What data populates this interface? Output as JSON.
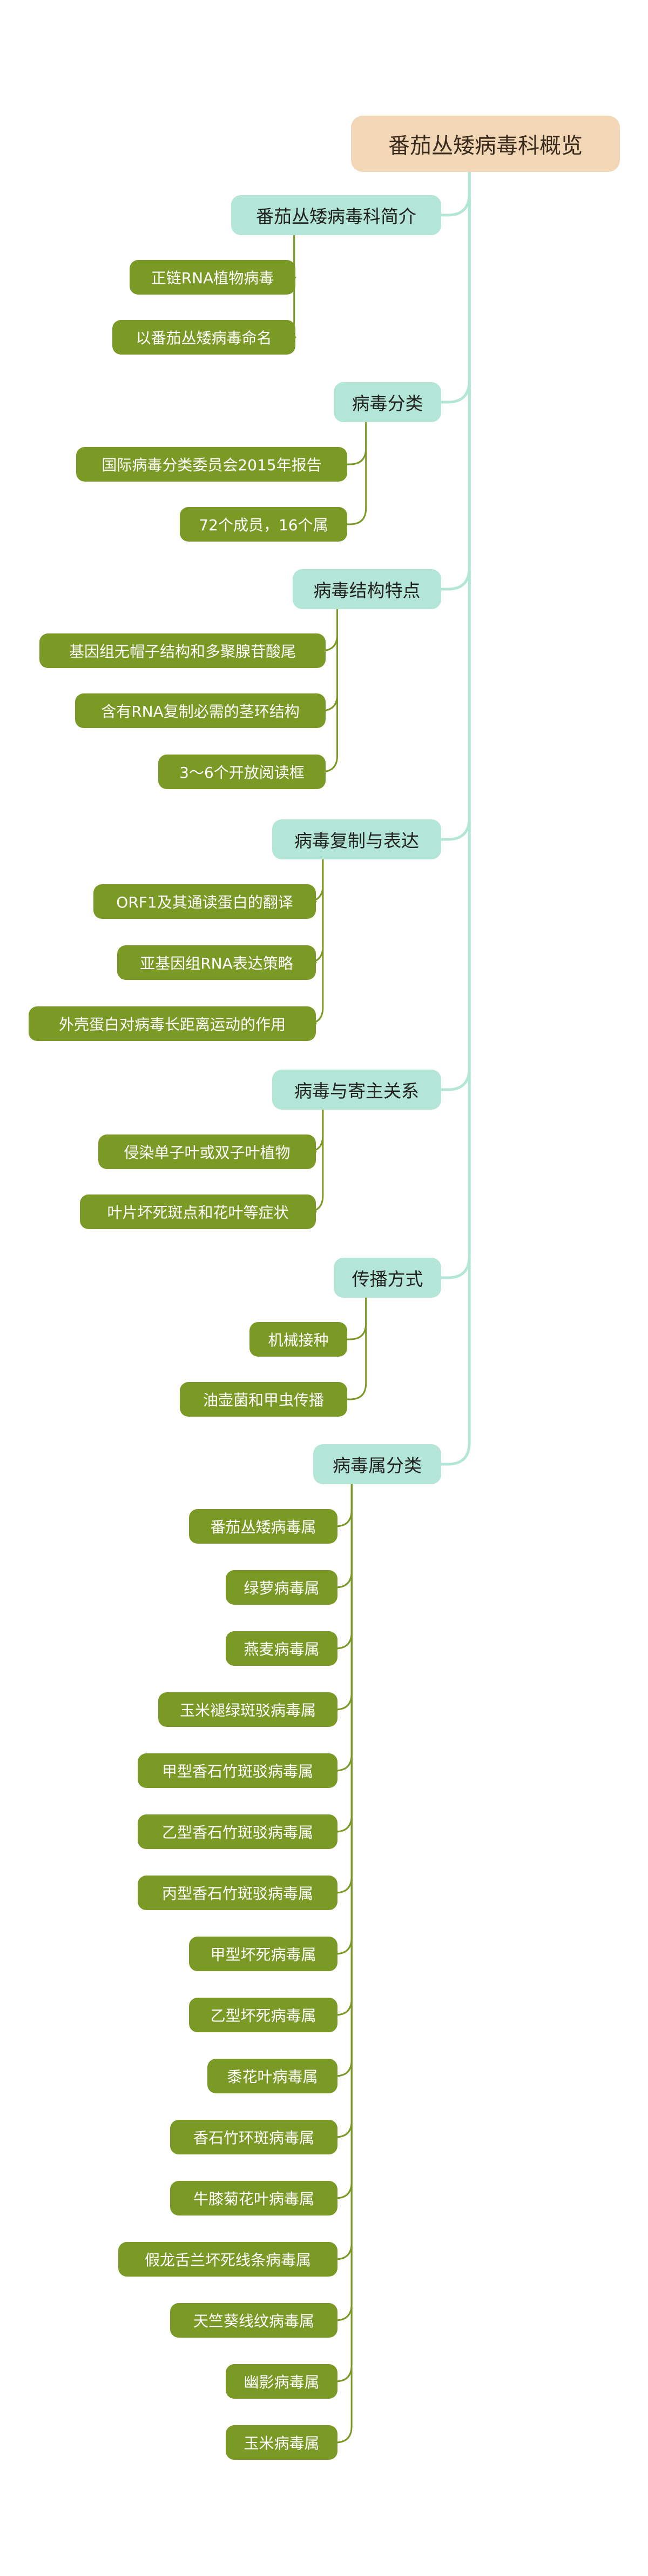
{
  "root": {
    "label": "番茄丛矮病毒科概览"
  },
  "categories": [
    {
      "label": "番茄丛矮病毒科简介",
      "children": [
        "正链RNA植物病毒",
        "以番茄丛矮病毒命名"
      ]
    },
    {
      "label": "病毒分类",
      "children": [
        "国际病毒分类委员会2015年报告",
        "72个成员，16个属"
      ]
    },
    {
      "label": "病毒结构特点",
      "children": [
        "基因组无帽子结构和多聚腺苷酸尾",
        "含有RNA复制必需的茎环结构",
        "3～6个开放阅读框"
      ]
    },
    {
      "label": "病毒复制与表达",
      "children": [
        "ORF1及其通读蛋白的翻译",
        "亚基因组RNA表达策略",
        "外壳蛋白对病毒长距离运动的作用"
      ]
    },
    {
      "label": "病毒与寄主关系",
      "children": [
        "侵染单子叶或双子叶植物",
        "叶片坏死斑点和花叶等症状"
      ]
    },
    {
      "label": "传播方式",
      "children": [
        "机械接种",
        "油壶菌和甲虫传播"
      ]
    },
    {
      "label": "病毒属分类",
      "children": [
        "番茄丛矮病毒属",
        "绿萝病毒属",
        "燕麦病毒属",
        "玉米褪绿斑驳病毒属",
        "甲型香石竹斑驳病毒属",
        "乙型香石竹斑驳病毒属",
        "丙型香石竹斑驳病毒属",
        "甲型坏死病毒属",
        "乙型坏死病毒属",
        "黍花叶病毒属",
        "香石竹环斑病毒属",
        "牛膝菊花叶病毒属",
        "假龙舌兰坏死线条病毒属",
        "天竺葵线纹病毒属",
        "幽影病毒属",
        "玉米病毒属"
      ]
    }
  ],
  "colors": {
    "root_fill": "#f2d7b6",
    "category_fill": "#b3e6d7",
    "leaf_fill": "#7a9925",
    "root_link": "#b3e6d7",
    "leaf_link": "#7a9925"
  }
}
